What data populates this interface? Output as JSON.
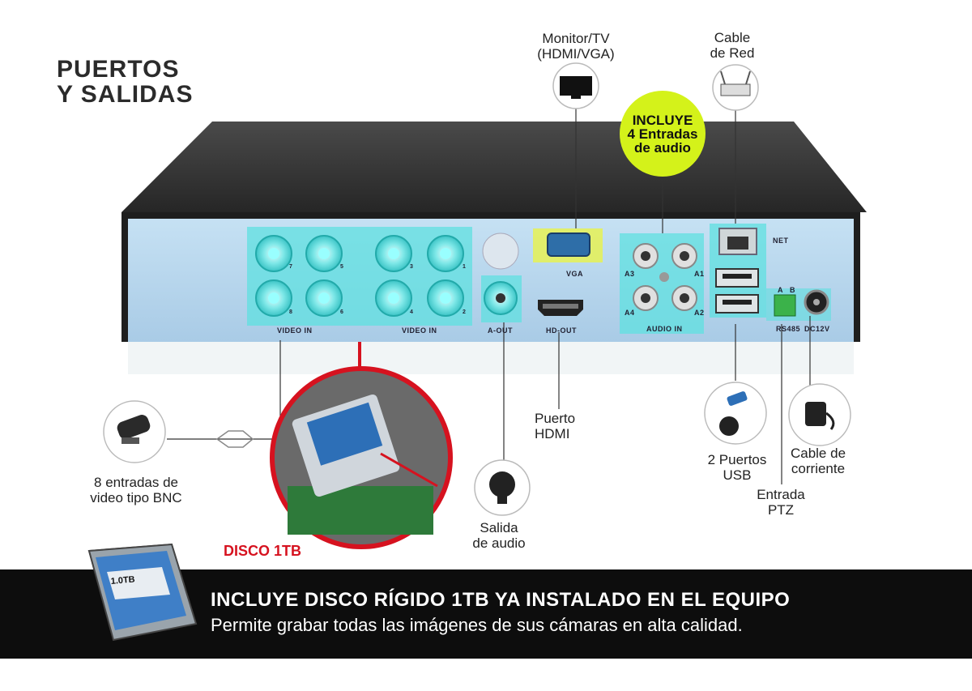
{
  "title": {
    "line1": "PUERTOS",
    "line2": "Y SALIDAS"
  },
  "badge": {
    "line1": "INCLUYE",
    "line2": "4 Entradas",
    "line3": "de audio"
  },
  "callouts": {
    "monitor": {
      "line1": "Monitor/TV",
      "line2": "(HDMI/VGA)"
    },
    "network": {
      "line1": "Cable",
      "line2": "de Red"
    },
    "video_in": {
      "line1": "8 entradas de",
      "line2": "video tipo BNC"
    },
    "hdmi": {
      "line1": "Puerto",
      "line2": "HDMI"
    },
    "audio_out": {
      "line1": "Salida",
      "line2": "de audio"
    },
    "usb": {
      "line1": "2 Puertos",
      "line2": "USB"
    },
    "power": {
      "line1": "Cable de",
      "line2": "corriente"
    },
    "ptz": {
      "line1": "Entrada",
      "line2": "PTZ"
    }
  },
  "panel_labels": {
    "video_in_left": "VIDEO IN",
    "video_in_right": "VIDEO IN",
    "a_out": "A-OUT",
    "hd_out": "HD-OUT",
    "vga": "VGA",
    "audio_in": "AUDIO IN",
    "net": "NET",
    "rs485": "RS485",
    "dc12v": "DC12V",
    "rs_a": "A",
    "rs_b": "B",
    "a1": "A1",
    "a2": "A2",
    "a3": "A3",
    "a4": "A4",
    "bnc_numbers": [
      "7",
      "5",
      "3",
      "1",
      "8",
      "6",
      "4",
      "2"
    ]
  },
  "disk_label": "DISCO 1TB",
  "hdd_sticker": "1.0TB",
  "bottom": {
    "headline": "INCLUYE DISCO RÍGIDO 1TB YA INSTALADO EN EL EQUIPO",
    "subline": "Permite grabar todas las imágenes de sus cámaras en alta calidad."
  },
  "colors": {
    "highlight": "#5fe0e0",
    "badge": "#d4f21a",
    "panel": "#b8d8ef",
    "accent_red": "#d6121f",
    "bar": "#0d0d0d"
  }
}
